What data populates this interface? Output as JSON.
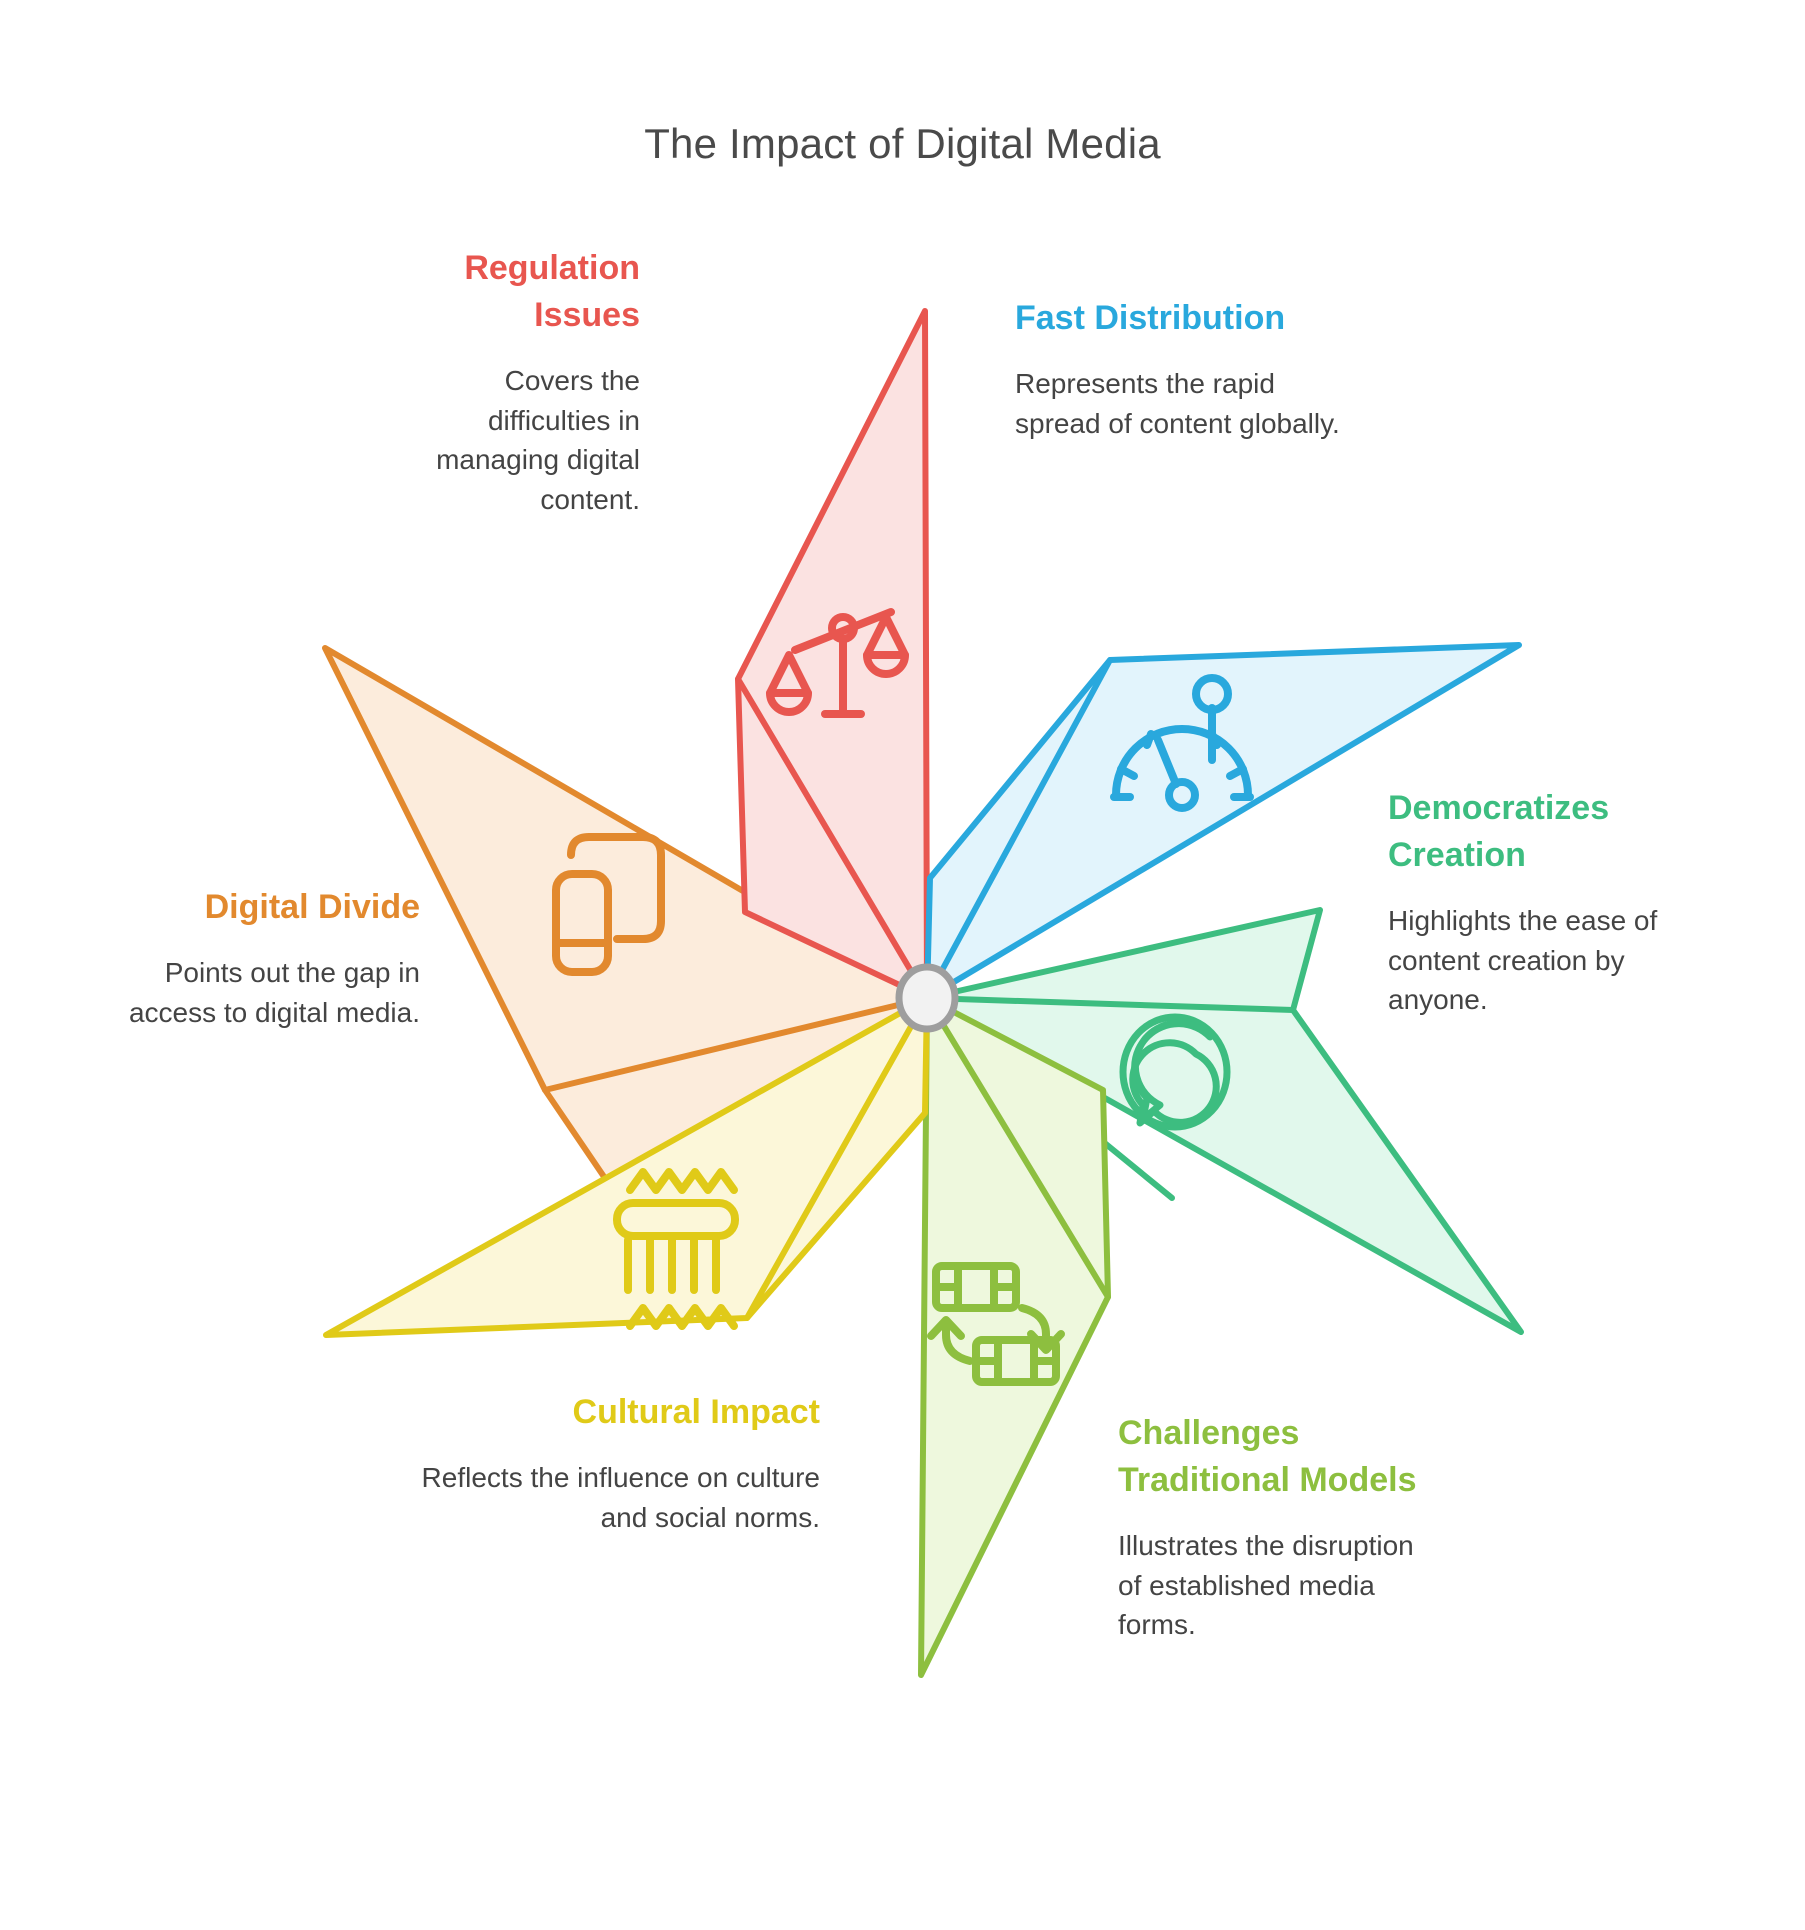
{
  "title": "The Impact of Digital Media",
  "center_hub": {
    "fill": "#f2f2f2",
    "stroke": "#9e9e9e"
  },
  "chart_data": {
    "type": "pie",
    "title": "The Impact of Digital Media",
    "layout": "six-blade pinwheel radiating from a central hub",
    "categories": [
      "Regulation Issues",
      "Fast Distribution",
      "Democratizes Creation",
      "Challenges Traditional Models",
      "Cultural Impact",
      "Digital Divide"
    ],
    "values": [
      1,
      1,
      1,
      1,
      1,
      1
    ],
    "legend": "inline labels beside each blade",
    "grid": false
  },
  "blades": [
    {
      "id": "regulation",
      "label": "Regulation Issues",
      "description": "Covers the difficulties in managing digital content.",
      "color": "#e8564f",
      "fill": "#fbe2e1",
      "icon": "balance-scales-icon",
      "angle_deg": 270
    },
    {
      "id": "fast-distribution",
      "label": "Fast Distribution",
      "description": "Represents the rapid spread of content globally.",
      "color": "#29a8dd",
      "fill": "#e2f4fc",
      "icon": "speedometer-icon",
      "angle_deg": 330
    },
    {
      "id": "democratizes-creation",
      "label": "Democratizes Creation",
      "description": "Highlights the ease of content creation by anyone.",
      "color": "#3dbd80",
      "fill": "#e1f8ec",
      "icon": "nested-speech-bubble-icon",
      "angle_deg": 30
    },
    {
      "id": "challenges-traditional-models",
      "label": "Challenges Traditional Models",
      "description": "Illustrates the disruption of established media forms.",
      "color": "#8dbf3f",
      "fill": "#eef8dd",
      "icon": "film-strip-exchange-icon",
      "angle_deg": 90
    },
    {
      "id": "cultural-impact",
      "label": "Cultural Impact",
      "description": "Reflects the influence on culture and social norms.",
      "color": "#e0ca18",
      "fill": "#fcf7d9",
      "icon": "culture-column-icon",
      "angle_deg": 150
    },
    {
      "id": "digital-divide",
      "label": "Digital Divide",
      "description": "Points out the gap in access to digital media.",
      "color": "#e2892e",
      "fill": "#fcecdc",
      "icon": "devices-icon",
      "angle_deg": 210
    }
  ]
}
